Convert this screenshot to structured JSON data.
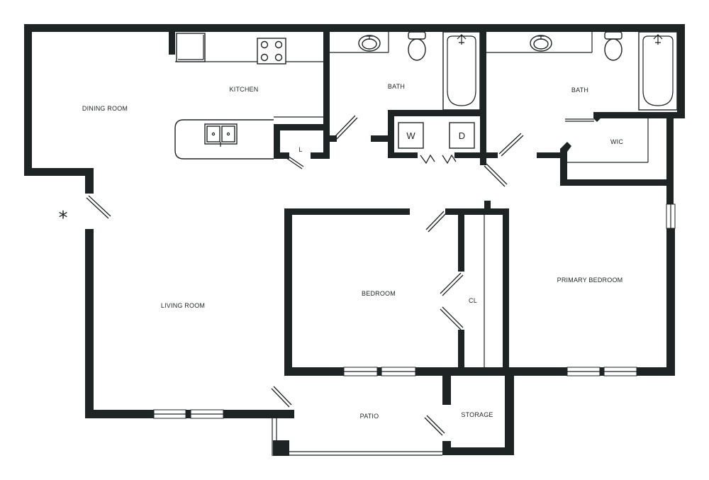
{
  "plan": {
    "rooms": {
      "dining_room": "DINING ROOM",
      "kitchen": "KITCHEN",
      "bath_1": "BATH",
      "bath_2": "BATH",
      "wic": "WIC",
      "linen": "L",
      "living_room": "LIVING ROOM",
      "bedroom": "BEDROOM",
      "closet": "CL",
      "primary_bedroom": "PRIMARY BEDROOM",
      "patio": "PATIO",
      "storage": "STORAGE"
    },
    "appliances": {
      "washer": "W",
      "dryer": "D"
    },
    "entry_marker": "*"
  }
}
